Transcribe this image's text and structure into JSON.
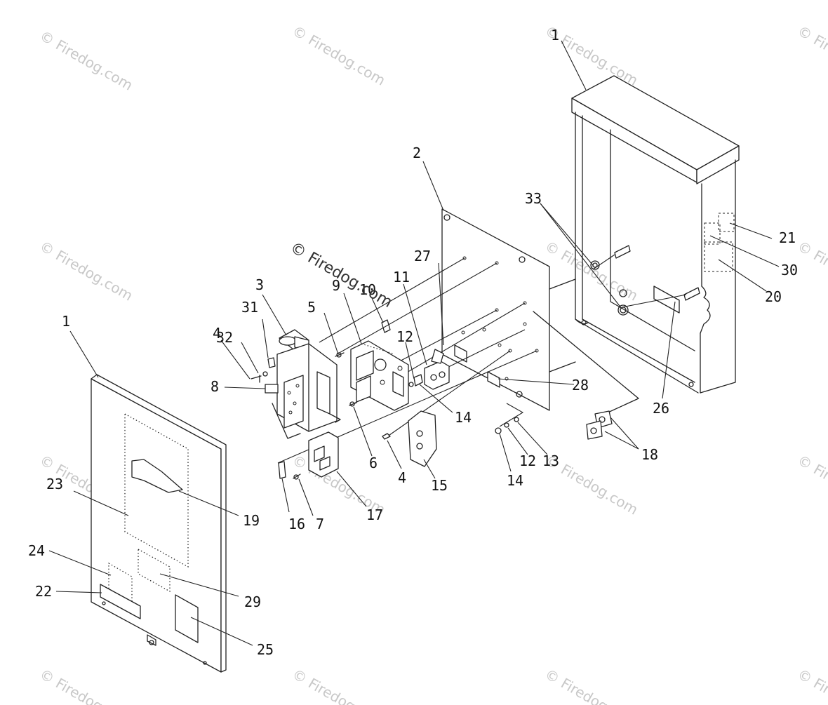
{
  "diagram": {
    "callouts": [
      {
        "id": "c1a",
        "label": "1"
      },
      {
        "id": "c1b",
        "label": "1"
      },
      {
        "id": "c2",
        "label": "2"
      },
      {
        "id": "c3",
        "label": "3"
      },
      {
        "id": "c4a",
        "label": "4"
      },
      {
        "id": "c4b",
        "label": "4"
      },
      {
        "id": "c5",
        "label": "5"
      },
      {
        "id": "c6",
        "label": "6"
      },
      {
        "id": "c7",
        "label": "7"
      },
      {
        "id": "c8",
        "label": "8"
      },
      {
        "id": "c9",
        "label": "9"
      },
      {
        "id": "c10",
        "label": "10"
      },
      {
        "id": "c11",
        "label": "11"
      },
      {
        "id": "c12a",
        "label": "12"
      },
      {
        "id": "c12b",
        "label": "12"
      },
      {
        "id": "c13",
        "label": "13"
      },
      {
        "id": "c14a",
        "label": "14"
      },
      {
        "id": "c14b",
        "label": "14"
      },
      {
        "id": "c15",
        "label": "15"
      },
      {
        "id": "c16",
        "label": "16"
      },
      {
        "id": "c17",
        "label": "17"
      },
      {
        "id": "c18",
        "label": "18"
      },
      {
        "id": "c19",
        "label": "19"
      },
      {
        "id": "c20",
        "label": "20"
      },
      {
        "id": "c21",
        "label": "21"
      },
      {
        "id": "c22",
        "label": "22"
      },
      {
        "id": "c23",
        "label": "23"
      },
      {
        "id": "c24",
        "label": "24"
      },
      {
        "id": "c25",
        "label": "25"
      },
      {
        "id": "c26",
        "label": "26"
      },
      {
        "id": "c27",
        "label": "27"
      },
      {
        "id": "c28",
        "label": "28"
      },
      {
        "id": "c29",
        "label": "29"
      },
      {
        "id": "c30",
        "label": "30"
      },
      {
        "id": "c31",
        "label": "31"
      },
      {
        "id": "c32",
        "label": "32"
      },
      {
        "id": "c33",
        "label": "33"
      }
    ]
  },
  "watermark": {
    "main": "© Firedog.com",
    "tile": "© Firedog.com",
    "color": "#c8c8c8"
  }
}
